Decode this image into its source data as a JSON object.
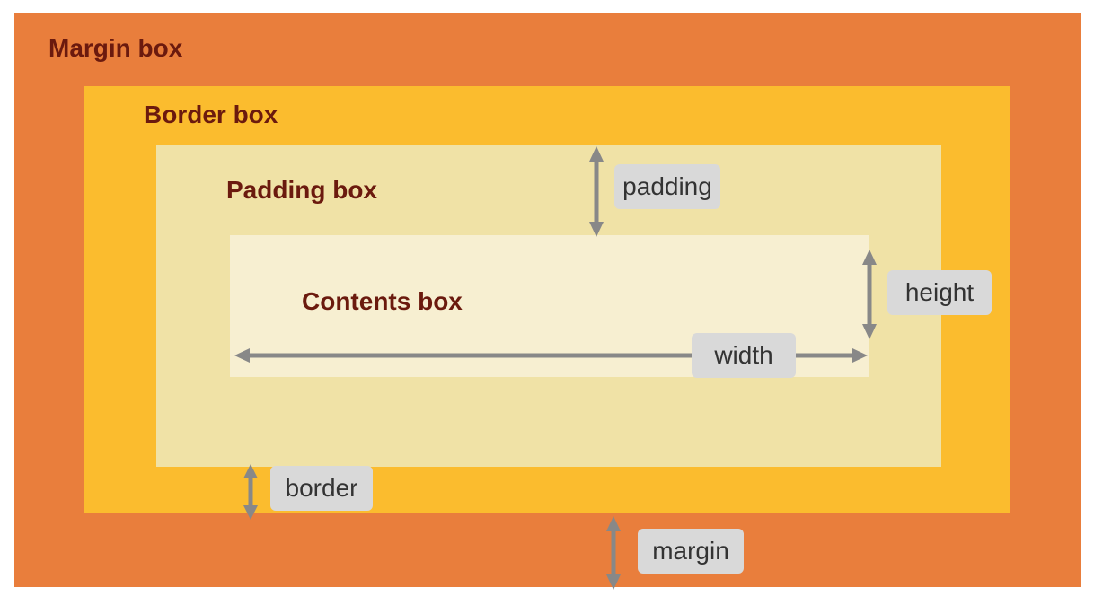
{
  "colors": {
    "margin": "#e97e3c",
    "border": "#fbbc2e",
    "padding": "#f0e2a6",
    "content": "#f7efd1",
    "title_text": "#6b1a0e",
    "tag_bg": "#d9d9d9",
    "arrow": "#888888"
  },
  "boxes": {
    "margin": "Margin box",
    "border": "Border box",
    "padding": "Padding box",
    "content": "Contents box"
  },
  "labels": {
    "padding": "padding",
    "height": "height",
    "width": "width",
    "border": "border",
    "margin": "margin"
  }
}
